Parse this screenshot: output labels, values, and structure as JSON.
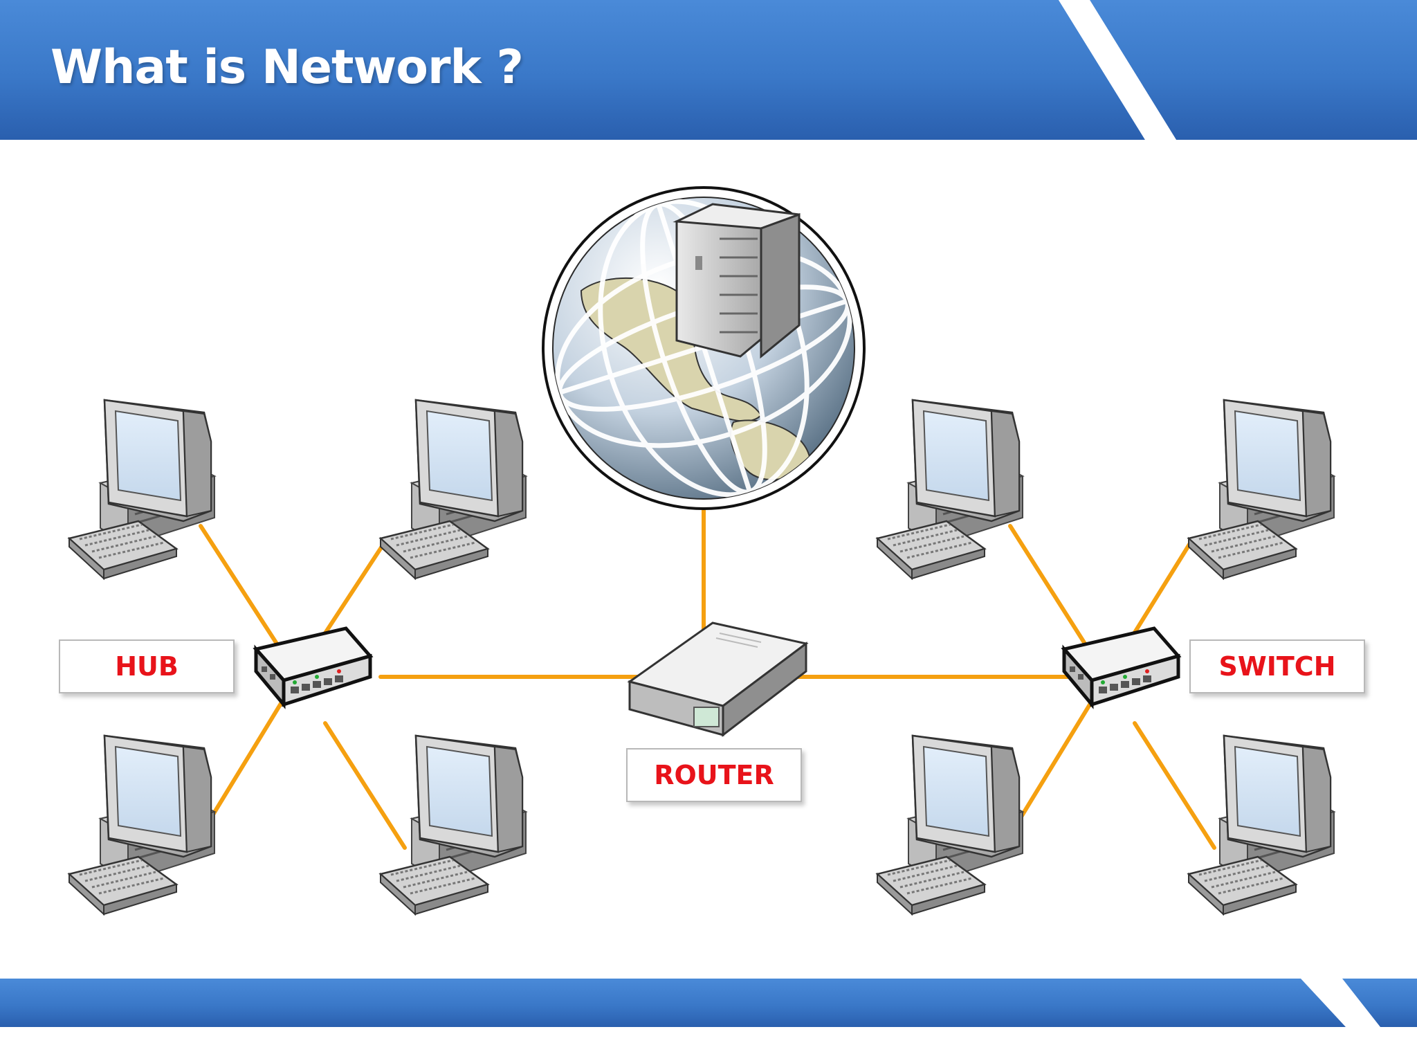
{
  "slide": {
    "title": "What is Network ?"
  },
  "labels": {
    "hub": "HUB",
    "router": "ROUTER",
    "switch": "SWITCH"
  },
  "colors": {
    "header_blue": "#3f7fcf",
    "header_blue_dark": "#2a63b2",
    "cable_orange": "#f5a010",
    "label_red": "#e8131a"
  },
  "icons": {
    "internet": "globe-server-icon",
    "router": "router-icon",
    "hub": "hub-icon",
    "switch": "switch-icon",
    "computers": "desktop-computer-icon"
  }
}
